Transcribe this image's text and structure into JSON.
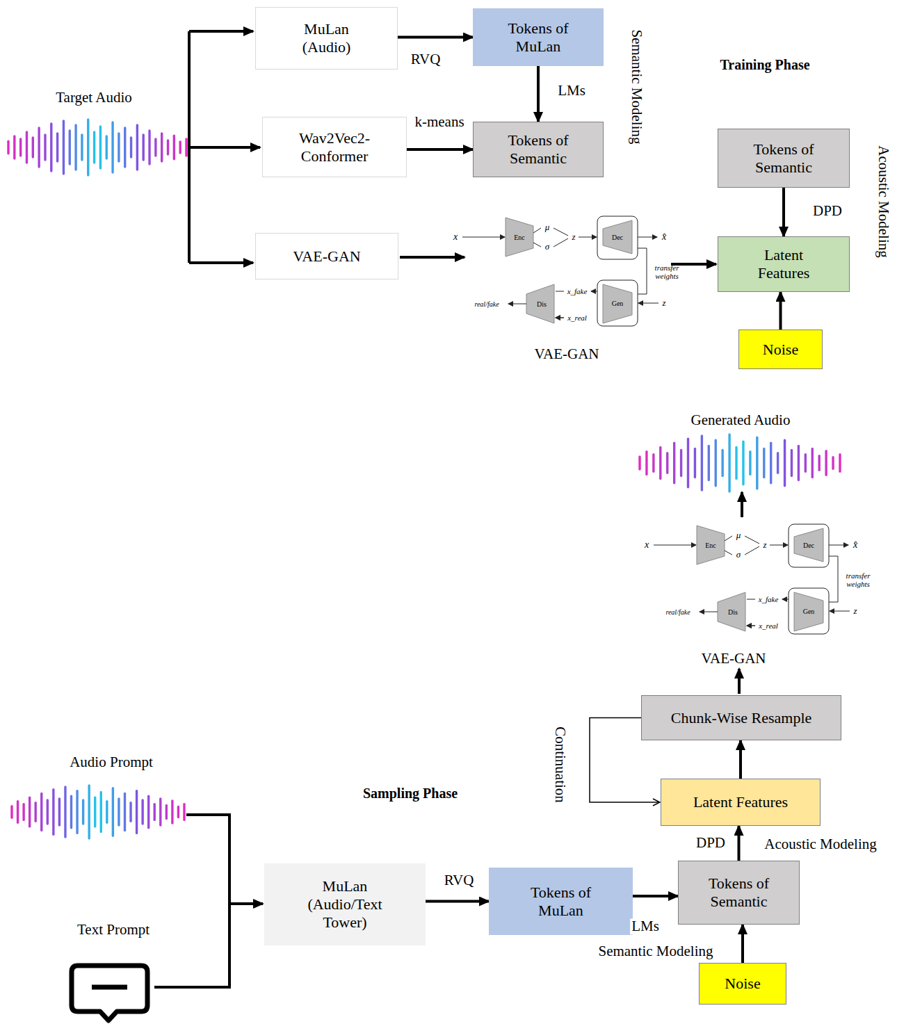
{
  "diagram": {
    "nodes": [
      {
        "text": [
          "MuLan (Audio)"
        ]
      },
      {
        "text": [
          "Tokens of MuLan"
        ]
      },
      {
        "text": [
          "Wav2Vec2- Conformer"
        ]
      },
      {
        "text": [
          "Tokens of Semantic"
        ]
      },
      {
        "text": [
          "VAE-GAN"
        ]
      },
      {
        "text": [
          "Tokens of Semantic"
        ]
      },
      {
        "text": [
          "Latent Features"
        ]
      },
      {
        "text": [
          "Noise"
        ]
      },
      {
        "text": [
          "MuLan (Audio/Text Tower)"
        ]
      },
      {
        "text": [
          "Tokens of MuLan"
        ]
      },
      {
        "text": [
          "Tokens of Semantic"
        ]
      },
      {
        "text": [
          "Noise"
        ]
      },
      {
        "text": [
          "Latent Features"
        ]
      },
      {
        "text": [
          "Chunk-Wise Resample"
        ]
      }
    ],
    "edges": [
      {
        "from": 0,
        "to": 1,
        "arrow": "to",
        "label": "RVQ"
      },
      {
        "from": 1,
        "to": 3,
        "arrow": "to",
        "label": "LMs"
      },
      {
        "from": 2,
        "to": 3,
        "arrow": "to",
        "label": "k-means"
      },
      {
        "from": 5,
        "to": 6,
        "arrow": "to",
        "label": "DPD"
      },
      {
        "from": 7,
        "to": 6,
        "arrow": "to"
      },
      {
        "from": 8,
        "to": 9,
        "arrow": "to",
        "label": "RVQ"
      },
      {
        "from": 9,
        "to": 10,
        "arrow": "to",
        "label": "LMs"
      },
      {
        "from": 11,
        "to": 10,
        "arrow": "to"
      },
      {
        "from": 10,
        "to": 12,
        "arrow": "to",
        "label": "DPD"
      },
      {
        "from": 12,
        "to": 13,
        "arrow": "to"
      },
      {
        "from": 13,
        "to": 12,
        "arrow": "to"
      }
    ],
    "labels": [
      "Training Phase",
      "Target Audio",
      "Semantic Modeling",
      "Acoustic Modeling",
      "x",
      "Enc",
      "μ",
      "σ",
      "z",
      "Dec",
      "x̂",
      "transfer weights",
      "real/fake",
      "Dis",
      "x_fake",
      "x_real",
      "Gen",
      "z",
      "VAE-GAN",
      "Generated Audio",
      "x",
      "Enc",
      "μ",
      "σ",
      "z",
      "Dec",
      "x̂",
      "transfer weights",
      "real/fake",
      "Dis",
      "x_fake",
      "x_real",
      "Gen",
      "z",
      "VAE-GAN",
      "Continuation",
      "Audio Prompt",
      "Text Prompt",
      "Sampling Phase",
      "Acoustic Modeling",
      "Semantic Modeling"
    ]
  }
}
